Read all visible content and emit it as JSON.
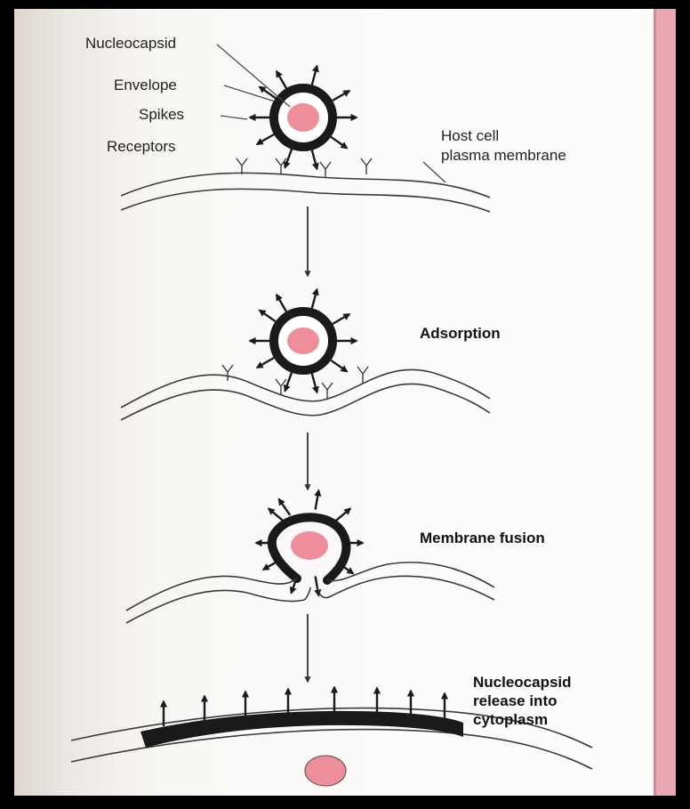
{
  "diagram": {
    "labels": {
      "nucleocapsid": "Nucleocapsid",
      "envelope": "Envelope",
      "spikes": "Spikes",
      "receptors": "Receptors",
      "host_cell_line1": "Host cell",
      "host_cell_line2": "plasma membrane"
    },
    "stages": {
      "adsorption": "Adsorption",
      "membrane_fusion": "Membrane fusion",
      "release_line1": "Nucleocapsid",
      "release_line2": "release into",
      "release_line3": "cytoplasm"
    },
    "colors": {
      "nucleocapsid_fill": "#ef8e9b",
      "envelope": "#1a1a1a",
      "membrane": "#3a3a3a",
      "accent_strip": "#e9a7b2"
    }
  }
}
